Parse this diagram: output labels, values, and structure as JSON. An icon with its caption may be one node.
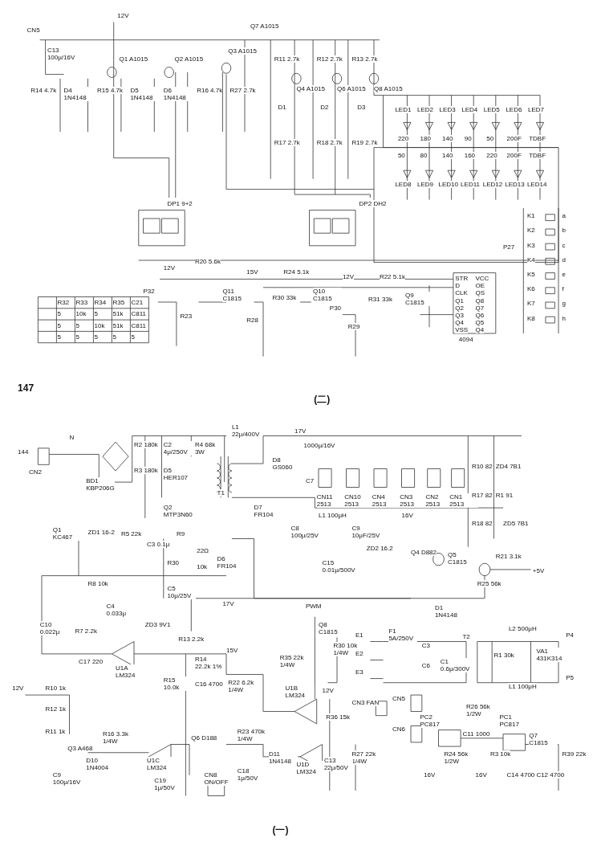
{
  "diagram": {
    "labels": [
      "147",
      "CN5",
      "12V",
      "C13 100μ/16V",
      "Q1 A1015",
      "Q2 A1015",
      "Q3 A1015",
      "Q7 A1015",
      "R14 4.7k",
      "D4 1N4148",
      "R15 4.7k",
      "D5 1N4148",
      "D6 1N4148",
      "R16 4.7k",
      "R27 2.7k",
      "R11 2.7k",
      "R12 2.7k",
      "R13 2.7k",
      "Q4 A1015",
      "Q6 A1015",
      "Q8 A1015",
      "D1",
      "D2",
      "D3",
      "R17 2.7k",
      "R18 2.7k",
      "R19 2.7k",
      "LED1",
      "LED2",
      "LED3",
      "LED4",
      "LED5",
      "LED6",
      "LED7",
      "220",
      "180",
      "140",
      "90",
      "50",
      "200F",
      "TDBF",
      "50",
      "80",
      "140",
      "160",
      "220",
      "200F",
      "TDBF",
      "LED8",
      "LED9",
      "LED10",
      "LED11",
      "LED12",
      "LED13",
      "LED14",
      "DP1 9+2",
      "DP2 DH2",
      "K1",
      "K2",
      "K3",
      "K4",
      "K5",
      "K6",
      "K7",
      "K8",
      "a",
      "b",
      "c",
      "d",
      "e",
      "f",
      "g",
      "h",
      "P27",
      "12V",
      "R20 5.6k",
      "15V",
      "R24 5.1k",
      "12V",
      "R22 5.1k",
      "P32",
      "Q11 C1815",
      "R30 33k",
      "Q10 C1815",
      "P30",
      "R31 33k",
      "Q9 C1815",
      "R23",
      "R28",
      "R29",
      "STR",
      "VCC",
      "D",
      "OE",
      "CLK",
      "QS",
      "Q1",
      "Q8",
      "Q2",
      "Q7",
      "Q3",
      "Q6",
      "Q4",
      "Q5",
      "VSS",
      "Q4",
      "4094",
      "R32",
      "R33",
      "R34",
      "R35",
      "C21",
      "5",
      "10k",
      "5",
      "51k",
      "C811",
      "5",
      "5",
      "10k",
      "51k",
      "C811",
      "5",
      "5",
      "5",
      "5",
      "5",
      "(二)",
      "144",
      "N",
      "L1 22μ/400V",
      "R2 180k",
      "C2 4μ/250V",
      "R4 68k 3W",
      "CN2",
      "R3 180k",
      "D5 HER107",
      "BD1 KBP206G",
      "T1",
      "Q2 MTP3N60",
      "Q1 KC467",
      "ZD1 16-2",
      "R5 22k",
      "R9",
      "C3 0.1μ",
      "22Ω",
      "D6 FR104",
      "R30",
      "10k",
      "R8 10k",
      "C5 10μ/25V",
      "17V",
      "C4 0.033μ",
      "C10 0.022μ",
      "R7 2.2k",
      "ZD3 9V1",
      "R13 2.2k",
      "15V",
      "C17 220",
      "R14 22.2k 1%",
      "U1A LM324",
      "R15 10.0k",
      "C16 4700",
      "12V",
      "R10 1k",
      "R12 1k",
      "R11 1k",
      "R16 3.3k 1/4W",
      "Q6 D188",
      "Q3 A468",
      "D10 1N4004",
      "U1C LM324",
      "C9 100μ/16V",
      "C19 1μ/50V",
      "CN8 ON/OFF",
      "17V",
      "1000μ/16V",
      "D8 GS060",
      "C7",
      "R10 82",
      "ZD4 7B1",
      "CN11 2513",
      "CN10 2513",
      "CN4 2513",
      "CN3 2513",
      "CN2 2513",
      "CN1 2513",
      "R17 82",
      "R1 91",
      "D7 FR104",
      "L1 100μH",
      "16V",
      "C8 100μ/25V",
      "C9 10μF/25V",
      "R18 82",
      "ZD5 7B1",
      "ZD2 16.2",
      "Q4 D882",
      "Q5 C1815",
      "R21 3.1k",
      "C15 0.01μ/500V",
      "+5V",
      "R25 56k",
      "PWM",
      "D1 1N4148",
      "Q8 C1815",
      "E1",
      "F1 5A/250V",
      "T2",
      "L2 500μH",
      "P4",
      "R30 10k 1/4W",
      "C3",
      "R1 30k",
      "VA1 431K314",
      "E2",
      "R35 22k 1/4W",
      "C6",
      "C1 0.6μ/300V",
      "E3",
      "L1 100μH",
      "P5",
      "R22 6.2k 1/4W",
      "U1B LM324",
      "12V",
      "CN3 FAN",
      "CN5",
      "R26 56k 1/2W",
      "PC2 PC817",
      "PC1 PC817",
      "R36 15k",
      "R23 470k 1/4W",
      "CN6",
      "C11 1000",
      "Q7 C1815",
      "D11 1N4148",
      "R27 22k 1/4W",
      "R24 56k 1/2W",
      "R3 10k",
      "R39 22k",
      "U1D LM324",
      "C18 1μ/50V",
      "C13 22μ/50V",
      "16V",
      "16V",
      "C14 4700",
      "C12 4700",
      "(一)"
    ]
  }
}
